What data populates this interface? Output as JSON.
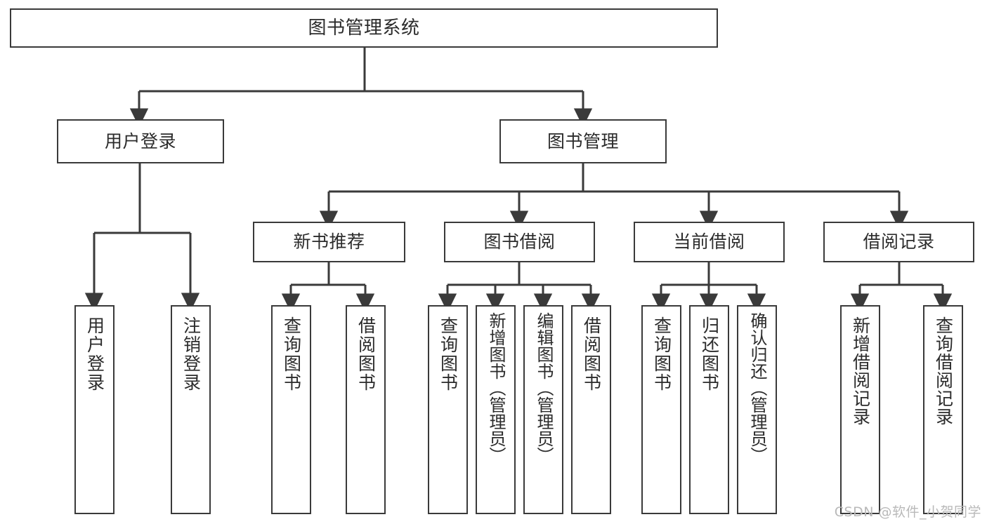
{
  "diagram": {
    "title": "图书管理系统",
    "type": "tree",
    "watermark": "CSDN @软件_小贺同学",
    "colors": {
      "stroke": "#3a3a3a",
      "fill": "#ffffff",
      "text": "#2b2b2b",
      "watermark": "#b9b9b9"
    },
    "levels": {
      "level1": "系统",
      "level2": "模块",
      "level3": "子模块",
      "level4": "功能"
    },
    "nodes": {
      "root": {
        "label": "图书管理系统"
      },
      "level2": [
        {
          "id": "user-login",
          "label": "用户登录"
        },
        {
          "id": "book-manage",
          "label": "图书管理"
        }
      ],
      "level3": [
        {
          "id": "new-book-recommend",
          "label": "新书推荐"
        },
        {
          "id": "book-borrow",
          "label": "图书借阅"
        },
        {
          "id": "current-borrow",
          "label": "当前借阅"
        },
        {
          "id": "borrow-record",
          "label": "借阅记录"
        }
      ],
      "level4": {
        "user-login": [
          {
            "id": "user-login-leaf",
            "label": "用户登录"
          },
          {
            "id": "logout-leaf",
            "label": "注销登录"
          }
        ],
        "new-book-recommend": [
          {
            "id": "query-book-1",
            "label": "查询图书"
          },
          {
            "id": "borrow-book-1",
            "label": "借阅图书"
          }
        ],
        "book-borrow": [
          {
            "id": "query-book-2",
            "label": "查询图书"
          },
          {
            "id": "add-book",
            "label": "新增图书（管理员）"
          },
          {
            "id": "edit-book",
            "label": "编辑图书（管理员）"
          },
          {
            "id": "borrow-book-2",
            "label": "借阅图书"
          }
        ],
        "current-borrow": [
          {
            "id": "query-book-3",
            "label": "查询图书"
          },
          {
            "id": "return-book",
            "label": "归还图书"
          },
          {
            "id": "confirm-return",
            "label": "确认归还（管理员）"
          }
        ],
        "borrow-record": [
          {
            "id": "add-borrow-record",
            "label": "新增借阅记录"
          },
          {
            "id": "query-borrow-record",
            "label": "查询借阅记录"
          }
        ]
      }
    }
  }
}
